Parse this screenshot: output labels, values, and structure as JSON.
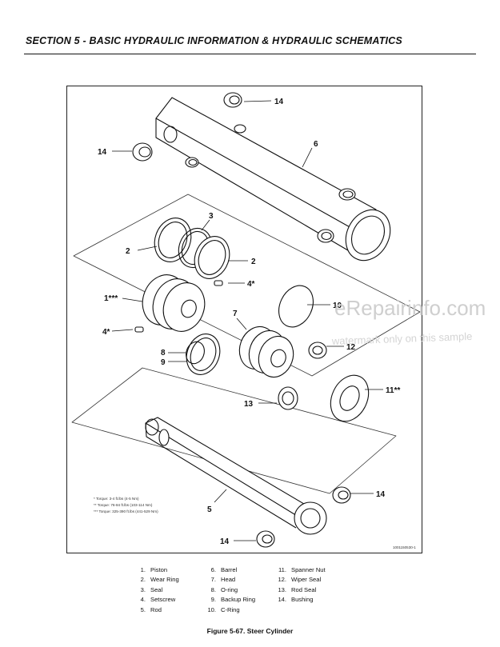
{
  "header": {
    "title": "SECTION 5 - BASIC HYDRAULIC INFORMATION & HYDRAULIC SCHEMATICS"
  },
  "figure": {
    "callouts": {
      "c14a": "14",
      "c14b": "14",
      "c6": "6",
      "c3": "3",
      "c2a": "2",
      "c2b": "2",
      "c4a": "4*",
      "c1": "1***",
      "c10": "10",
      "c7": "7",
      "c4b": "4*",
      "c12": "12",
      "c8": "8",
      "c9": "9",
      "c11": "11**",
      "c13": "13",
      "c5": "5",
      "c14c": "14",
      "c14d": "14"
    },
    "torque_notes": [
      "* Torque: 3-4 ft.lbs (4-5 Nm)",
      "** Torque: 76-84 ft.lbs (103-114 Nm)",
      "*** Torque: 325-390 ft.lbs (441-529 Nm)"
    ],
    "drawing_number": "1001150530-1",
    "watermark_main": "eRepairinfo.com",
    "watermark_sub": "watermark only on this sample"
  },
  "legend": {
    "col1": [
      {
        "num": "1.",
        "name": "Piston"
      },
      {
        "num": "2.",
        "name": "Wear Ring"
      },
      {
        "num": "3.",
        "name": "Seal"
      },
      {
        "num": "4.",
        "name": "Setscrew"
      },
      {
        "num": "5.",
        "name": "Rod"
      }
    ],
    "col2": [
      {
        "num": "6.",
        "name": "Barrel"
      },
      {
        "num": "7.",
        "name": "Head"
      },
      {
        "num": "8.",
        "name": "O-ring"
      },
      {
        "num": "9.",
        "name": "Backup Ring"
      },
      {
        "num": "10.",
        "name": "C-Ring"
      }
    ],
    "col3": [
      {
        "num": "11.",
        "name": "Spanner Nut"
      },
      {
        "num": "12.",
        "name": "Wiper Seal"
      },
      {
        "num": "13.",
        "name": "Rod Seal"
      },
      {
        "num": "14.",
        "name": "Bushing"
      }
    ]
  },
  "caption": "Figure 5-67.  Steer Cylinder"
}
